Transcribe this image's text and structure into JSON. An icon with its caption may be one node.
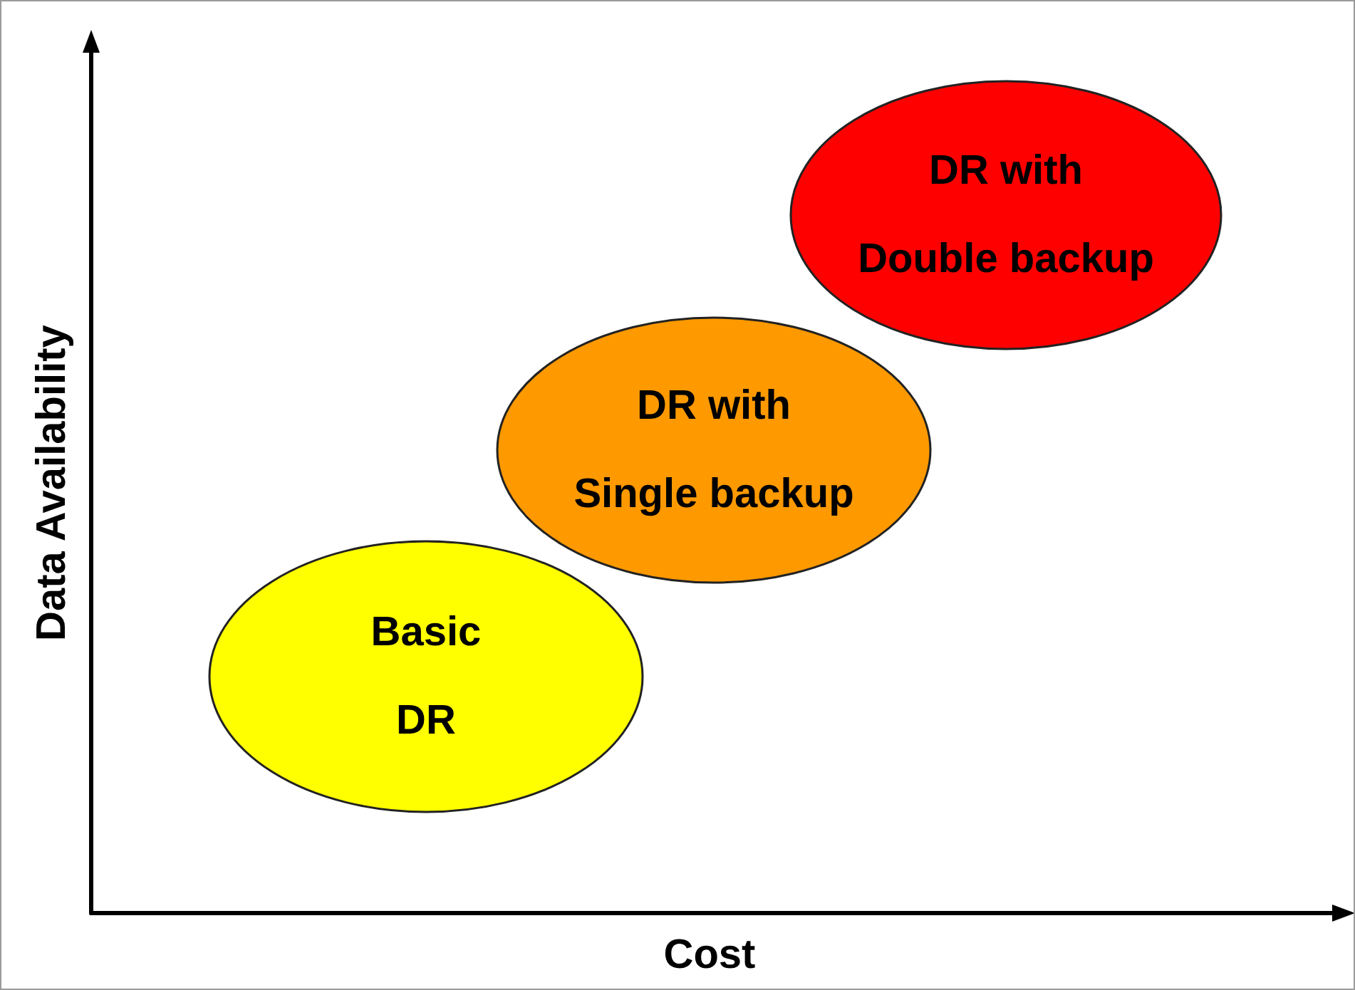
{
  "diagram": {
    "nodes": [
      {
        "text": [
          "Basic DR"
        ]
      },
      {
        "text": [
          "DR with Single backup"
        ]
      },
      {
        "text": [
          "DR with Double backup"
        ]
      }
    ],
    "labels": [
      "Data Availability",
      "Cost"
    ]
  }
}
